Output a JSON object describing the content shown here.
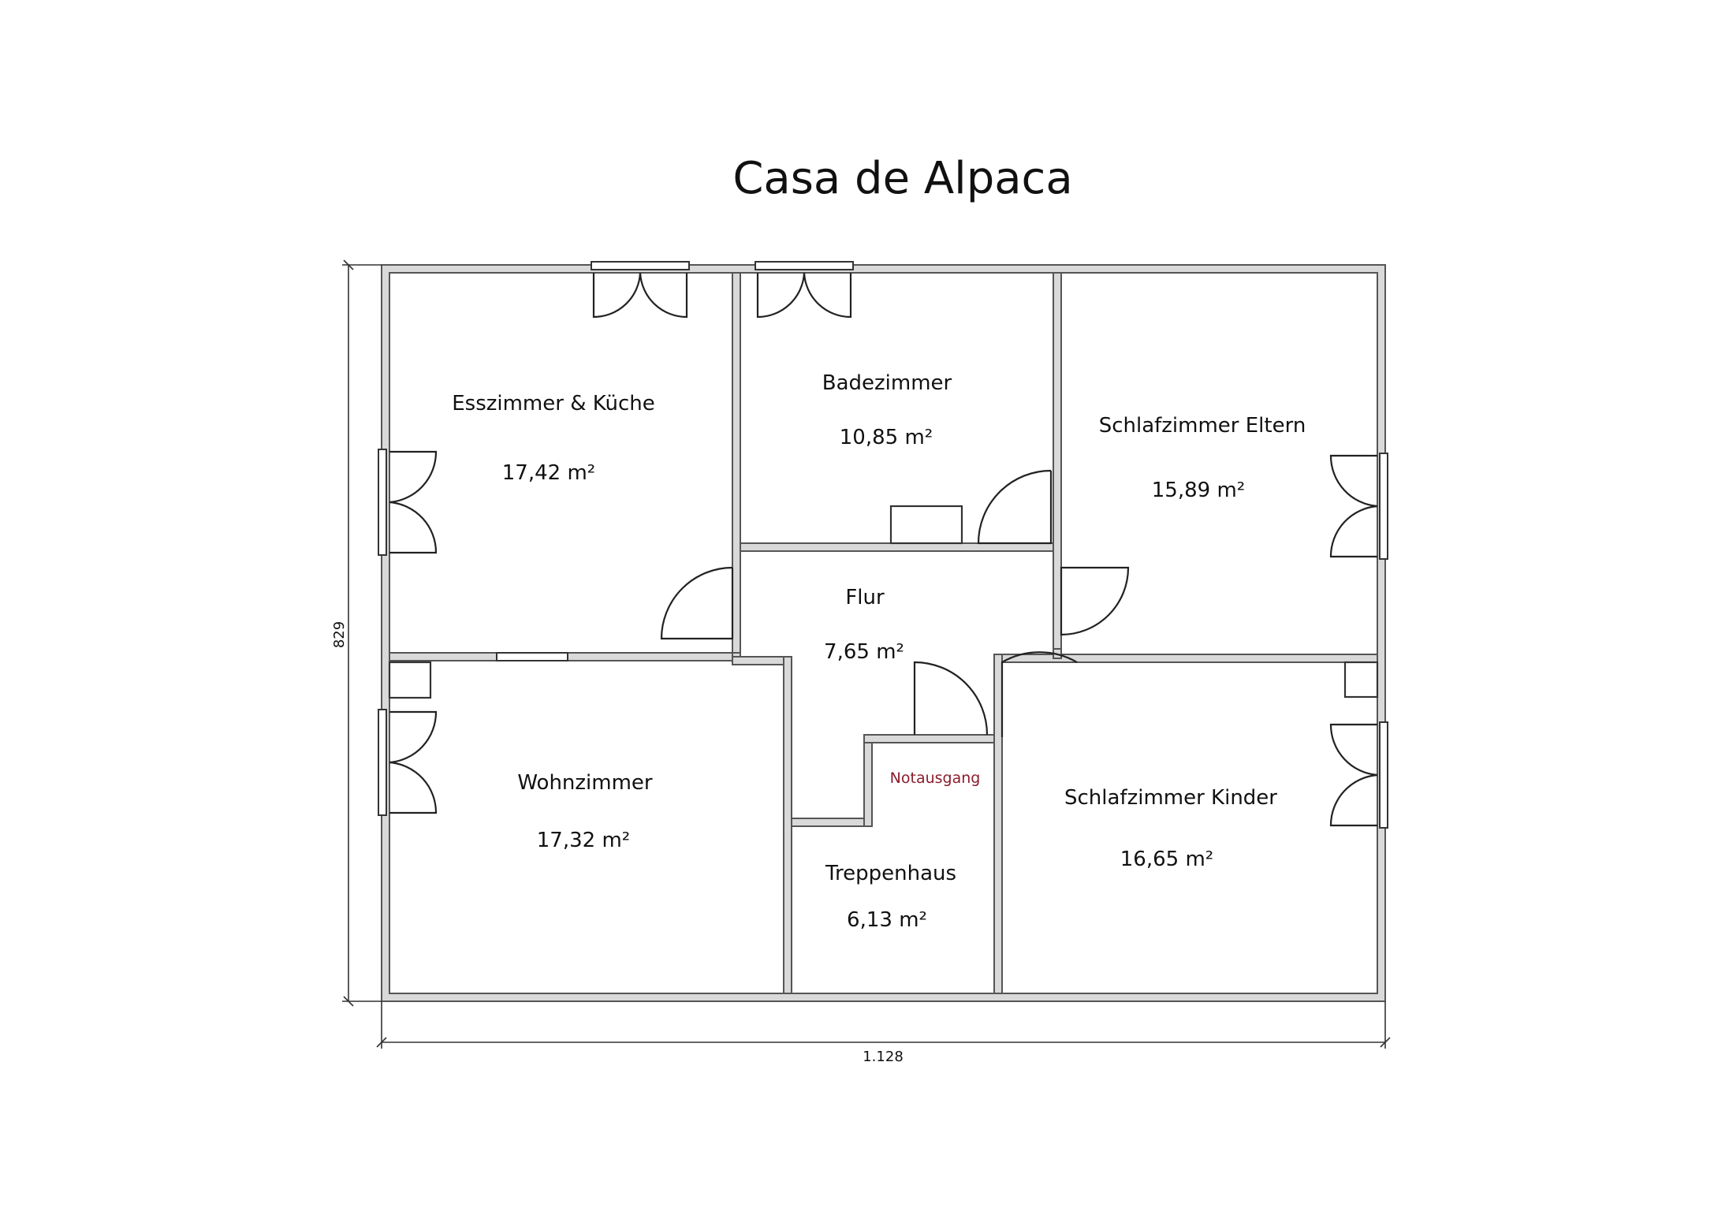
{
  "title": "Casa de Alpaca",
  "colors": {
    "wall": "#555555",
    "wall_fill": "#d9d9d9",
    "emergency_exit": "#8b1c2c",
    "text": "#111111"
  },
  "dimensions": {
    "height": "829",
    "width": "1.128"
  },
  "emergency_exit_label": "Notausgang",
  "rooms": [
    {
      "name": "Esszimmer & Küche",
      "area": "17,42 m²"
    },
    {
      "name": "Badezimmer",
      "area": "10,85 m²"
    },
    {
      "name": "Schlafzimmer Eltern",
      "area": "15,89 m²"
    },
    {
      "name": "Flur",
      "area": "7,65 m²"
    },
    {
      "name": "Wohnzimmer",
      "area": "17,32 m²"
    },
    {
      "name": "Treppenhaus",
      "area": "6,13 m²"
    },
    {
      "name": "Schlafzimmer Kinder",
      "area": "16,65 m²"
    }
  ]
}
